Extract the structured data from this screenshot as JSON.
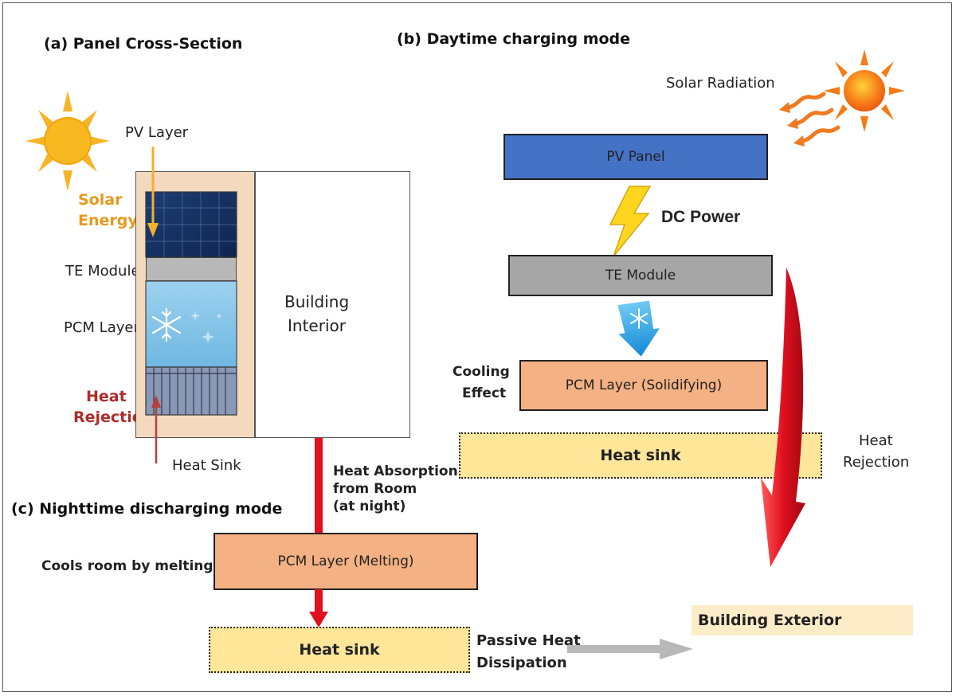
{
  "panel_a": {
    "title": "(a) Panel Cross-Section",
    "pv_layer": "PV Layer",
    "solar_energy_line1": "Solar",
    "solar_energy_line2": "Energy",
    "te_module": "TE Module",
    "pcm_layer": "PCM Layer",
    "heat_rejection_line1": "Heat",
    "heat_rejection_line2": "Rejection",
    "heat_sink": "Heat Sink",
    "building_interior_line1": "Building",
    "building_interior_line2": "Interior"
  },
  "panel_b": {
    "title": "(b) Daytime charging mode",
    "solar_radiation": "Solar Radiation",
    "pv_panel": "PV Panel",
    "dc_power": "DC Power",
    "te_module": "TE Module",
    "cooling_effect_line1": "Cooling",
    "cooling_effect_line2": "Effect",
    "pcm_layer": "PCM Layer (Solidifying)",
    "heat_sink": "Heat sink",
    "heat_rejection_line1": "Heat",
    "heat_rejection_line2": "Rejection"
  },
  "panel_c": {
    "title": "(c) Nighttime discharging mode",
    "heat_absorption_line1": "Heat Absorption",
    "heat_absorption_line2": "from Room",
    "heat_absorption_line3": "(at night)",
    "cools_room": "Cools room by melting",
    "pcm_layer": "PCM Layer (Melting)",
    "heat_sink": "Heat sink",
    "passive_line1": "Passive Heat",
    "passive_line2": "Dissipation",
    "building_exterior": "Building Exterior"
  },
  "colors": {
    "pv_blue": "#4472c4",
    "te_gray": "#a6a6a6",
    "pcm_orange": "#f4b183",
    "sink_yellow": "#ffe699",
    "arrow_red": "#e0101e",
    "solar_orange": "#f0a020",
    "heat_red": "#b02a2a"
  }
}
